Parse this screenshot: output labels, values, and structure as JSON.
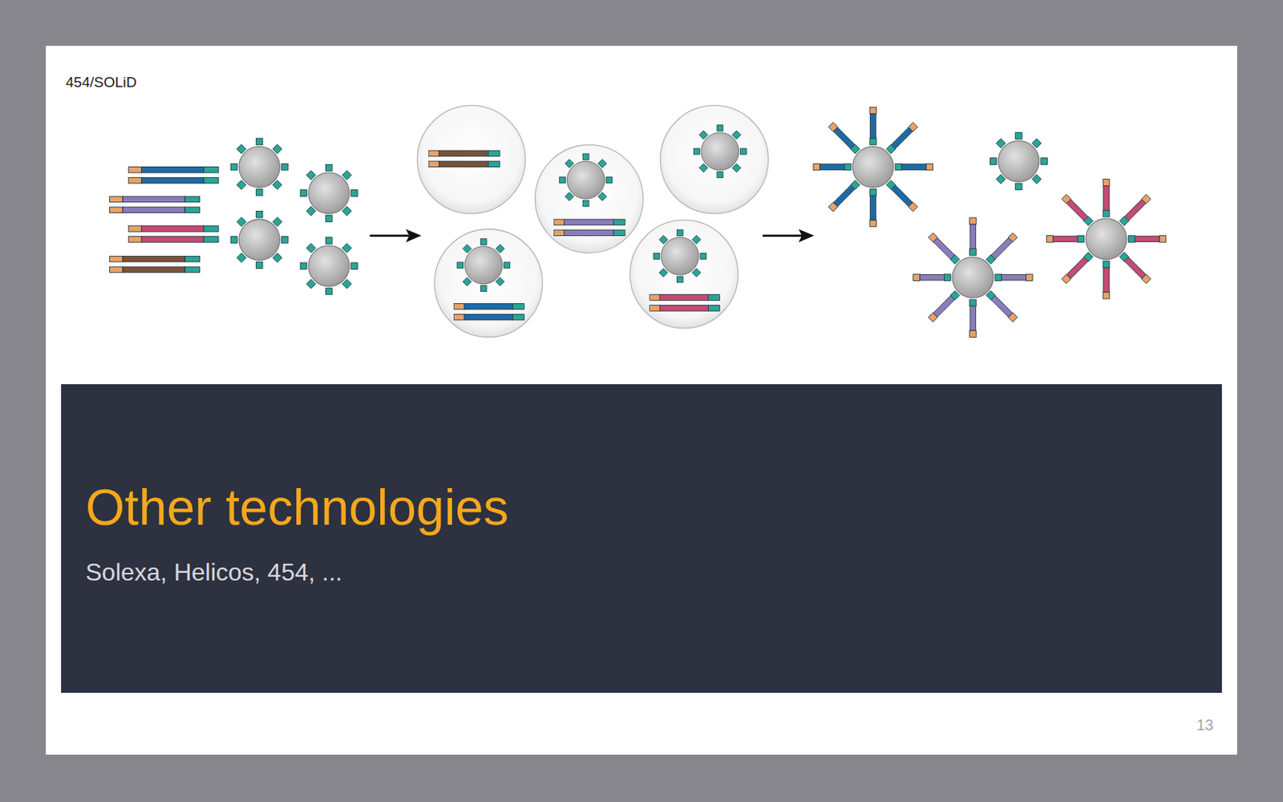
{
  "diagram": {
    "nodes": [
      {
        "text": [
          "Other technologies",
          "Solexa, Helicos, 454, ..."
        ]
      }
    ],
    "labels": [
      "454/SOLiD",
      "13"
    ]
  }
}
